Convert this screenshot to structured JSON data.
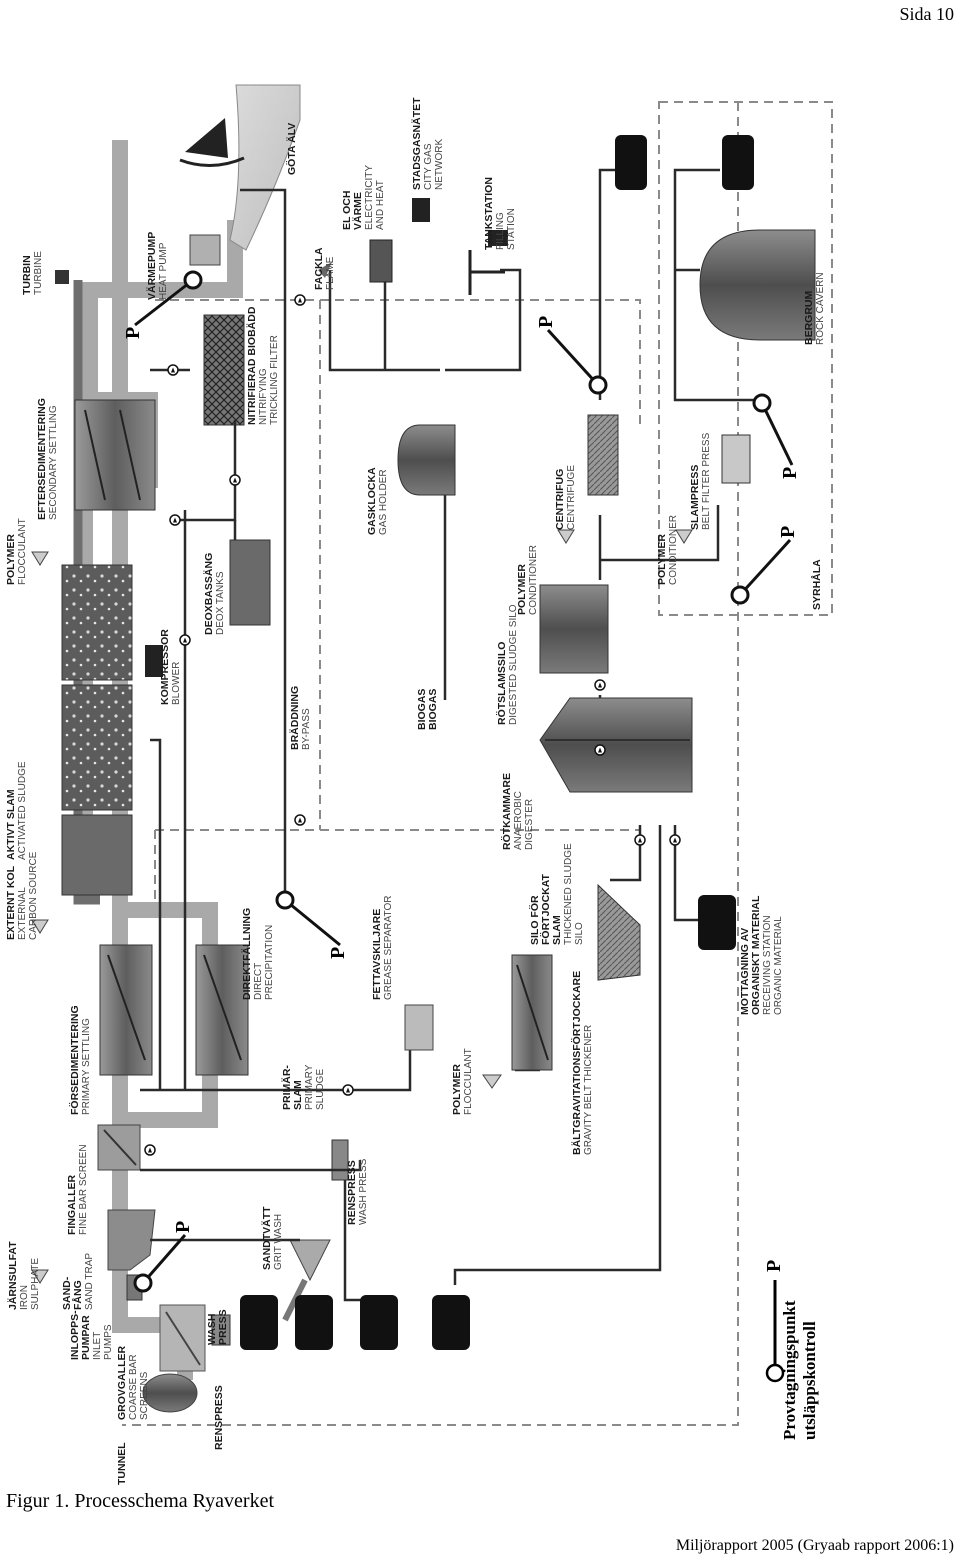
{
  "page": {
    "number": "Sida 10",
    "caption": "Figur 1. Processchema Ryaverket",
    "footer": "Miljörapport 2005    (Gryaab rapport 2006:1)"
  },
  "diagram": {
    "sample_point_letter": "P",
    "legend": [
      "Provtagningspunkt",
      "utsläppskontroll"
    ],
    "labels": {
      "tunnel": [
        "TUNNEL"
      ],
      "grovgaller": [
        "GROVGALLER",
        "COARSE BAR",
        "SCREENS"
      ],
      "renspress1": [
        "RENSPRESS"
      ],
      "wash_press": [
        "WASH",
        "PRESS"
      ],
      "inlopp": [
        "INLOPPS-",
        "PUMPAR",
        "INLET",
        "PUMPS"
      ],
      "sandfang": [
        "SAND-",
        "FÅNG",
        "SAND TRAP"
      ],
      "jarnsulfat": [
        "JÄRNSULFAT",
        "IRON",
        "SULPHATE"
      ],
      "sandtvatt": [
        "SANDTVÄTT",
        "GRIT WASH"
      ],
      "fingaller": [
        "FINGALLER",
        "FINE BAR SCREEN"
      ],
      "renspress2": [
        "RENSPRESS",
        "WASH PRESS"
      ],
      "forsed": [
        "FÖRSEDIMENTERING",
        "PRIMARY SETTLING"
      ],
      "direkt": [
        "DIREKTFÄLLNING",
        "DIRECT",
        "PRECIPITATION"
      ],
      "primar": [
        "PRIMÄR-",
        "SLAM",
        "PRIMARY",
        "SLUDGE"
      ],
      "externt": [
        "EXTERNT KOL",
        "EXTERNAL",
        "CARBON SOURCE"
      ],
      "aktivt": [
        "AKTIVT SLAM",
        "ACTIVATED SLUDGE"
      ],
      "kompressor": [
        "KOMPRESSOR",
        "BLOWER"
      ],
      "polymer_floc_top": [
        "POLYMER",
        "FLOCCULANT"
      ],
      "efterssed": [
        "EFTERSEDIMENTERING",
        "SECONDARY SETTLING"
      ],
      "deox": [
        "DEOXBASSÄNG",
        "DEOX TANKS"
      ],
      "biobadd": [
        "NITRIFIERAD BIOBÄDD",
        "NITRIFYING",
        "TRICKLING FILTER"
      ],
      "brad": [
        "BRÄDDNING",
        "BY-PASS"
      ],
      "turbin": [
        "TURBIN",
        "TURBINE"
      ],
      "varmepump": [
        "VÄRMEPUMP",
        "HEAT PUMP"
      ],
      "gota": [
        "GÖTA ÄLV"
      ],
      "fettav": [
        "FETTAVSKILJARE",
        "GREASE SEPARATOR"
      ],
      "polymer_floc_bot": [
        "POLYMER",
        "FLOCCULANT"
      ],
      "baltgrav": [
        "BÄLTGRAVITATIONSFÖRTJOCKARE",
        "GRAVITY BELT THICKENER"
      ],
      "silo_fort": [
        "SILO FÖR",
        "FÖRTJOCKAT",
        "SLAM",
        "THICKENED SLUDGE",
        "SILO"
      ],
      "rotkammare": [
        "RÖTKAMMARE",
        "ANAEROBIC",
        "DIGESTER"
      ],
      "biogas": [
        "BIOGAS",
        "BIOGAS"
      ],
      "rotslamssilo": [
        "RÖTSLAMSSILO",
        "DIGESTED SLUDGE SILO"
      ],
      "polymer_cond1": [
        "POLYMER",
        "CONDITIONER"
      ],
      "gasklocka": [
        "GASKLOCKA",
        "GAS HOLDER"
      ],
      "fackla": [
        "FACKLA",
        "FLAME"
      ],
      "el_och_varme": [
        "EL OCH",
        "VÄRME",
        "ELECTRICITY",
        "AND HEAT"
      ],
      "stadsgas": [
        "STADSGASNÄTET",
        "CITY GAS",
        "NETWORK"
      ],
      "tankstation": [
        "TANKSTATION",
        "FILLING",
        "STATION"
      ],
      "centrifug": [
        "CENTRIFUG",
        "CENTRIFUGE"
      ],
      "polymer_cond2": [
        "POLYMER",
        "CONDITIONER"
      ],
      "slampress": [
        "SLAMPRESS",
        "BELT FILTER PRESS"
      ],
      "bergrum": [
        "BERGRUM",
        "ROCK CAVERN"
      ],
      "syrhala": [
        "SYRHÅLA"
      ],
      "mottagning": [
        "MOTTAGNING AV",
        "ORGANISKT MATERIAL",
        "RECEIVING STATION",
        "ORGANIC MATERIAL"
      ]
    }
  }
}
